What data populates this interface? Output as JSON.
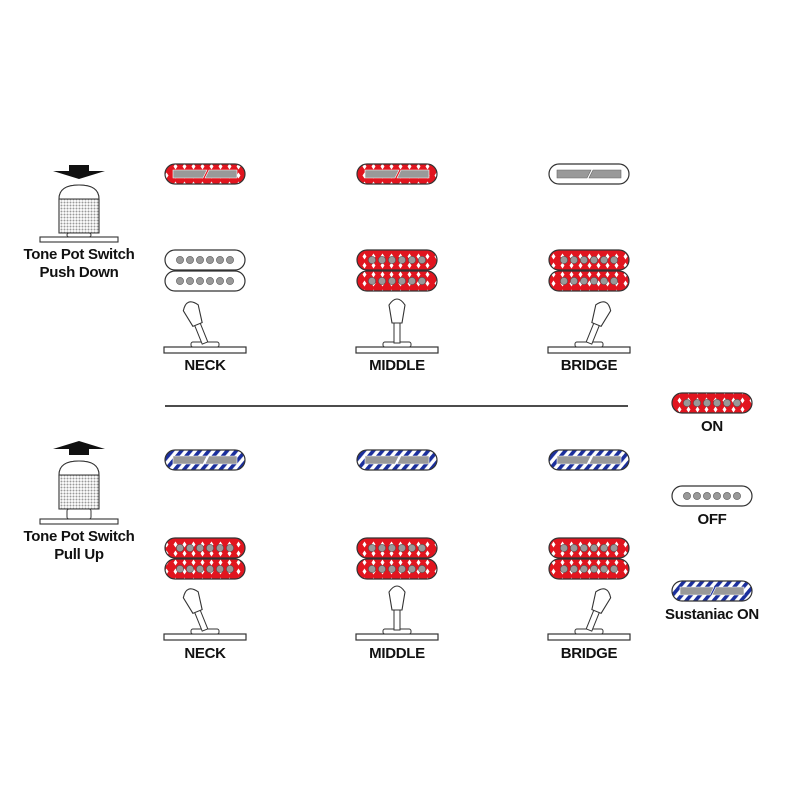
{
  "colors": {
    "on": "#e1151f",
    "sustaniac": "#1b2f9c",
    "pole": "#999999",
    "outline": "#333333"
  },
  "sections": [
    {
      "name": "push-down",
      "knob_label": [
        "Tone Pot Switch",
        "Push Down"
      ],
      "arrow": "down",
      "positions": [
        {
          "label": "NECK",
          "lever": "neck",
          "single": "on",
          "humbucker": "off"
        },
        {
          "label": "MIDDLE",
          "lever": "middle",
          "single": "on",
          "humbucker": "on"
        },
        {
          "label": "BRIDGE",
          "lever": "bridge",
          "single": "off",
          "humbucker": "on"
        }
      ]
    },
    {
      "name": "pull-up",
      "knob_label": [
        "Tone Pot Switch",
        "Pull Up"
      ],
      "arrow": "up",
      "positions": [
        {
          "label": "NECK",
          "lever": "neck",
          "single": "sustaniac",
          "humbucker": "on"
        },
        {
          "label": "MIDDLE",
          "lever": "middle",
          "single": "sustaniac",
          "humbucker": "on"
        },
        {
          "label": "BRIDGE",
          "lever": "bridge",
          "single": "sustaniac",
          "humbucker": "on"
        }
      ]
    }
  ],
  "legend": [
    {
      "label": "ON",
      "state": "on",
      "kind": "dots"
    },
    {
      "label": "OFF",
      "state": "off",
      "kind": "dots"
    },
    {
      "label": "Sustaniac ON",
      "state": "sustaniac",
      "kind": "rail"
    }
  ]
}
